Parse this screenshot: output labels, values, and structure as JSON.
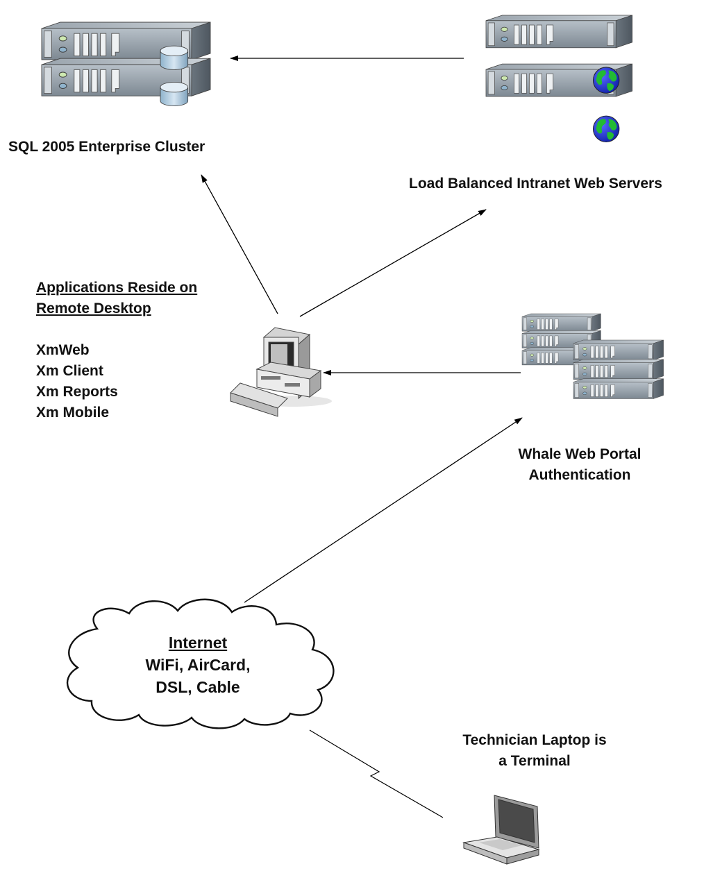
{
  "nodes": {
    "sql_cluster": {
      "label": "SQL 2005 Enterprise Cluster",
      "icon": "database-server-icon"
    },
    "web_servers": {
      "label": "Load Balanced Intranet Web Servers",
      "icon": "web-server-icon"
    },
    "remote_desktop": {
      "heading_line1": "Applications Reside on",
      "heading_line2": "Remote Desktop",
      "apps": [
        "XmWeb",
        "Xm Client",
        "Xm Reports",
        "Xm Mobile"
      ],
      "icon": "desktop-computer-icon"
    },
    "whale_portal": {
      "label_line1": "Whale Web Portal",
      "label_line2": "Authentication",
      "icon": "server-cluster-icon"
    },
    "internet": {
      "title": "Internet",
      "line1": "WiFi, AirCard,",
      "line2": "DSL, Cable",
      "icon": "cloud-icon"
    },
    "laptop": {
      "label_line1": "Technician Laptop is",
      "label_line2": "a Terminal",
      "icon": "laptop-icon"
    }
  },
  "colors": {
    "server_body": "#8f9aa4",
    "server_dark": "#5d6770",
    "globe_ocean": "#2233cc",
    "globe_land": "#22bb33",
    "line": "#000000"
  }
}
